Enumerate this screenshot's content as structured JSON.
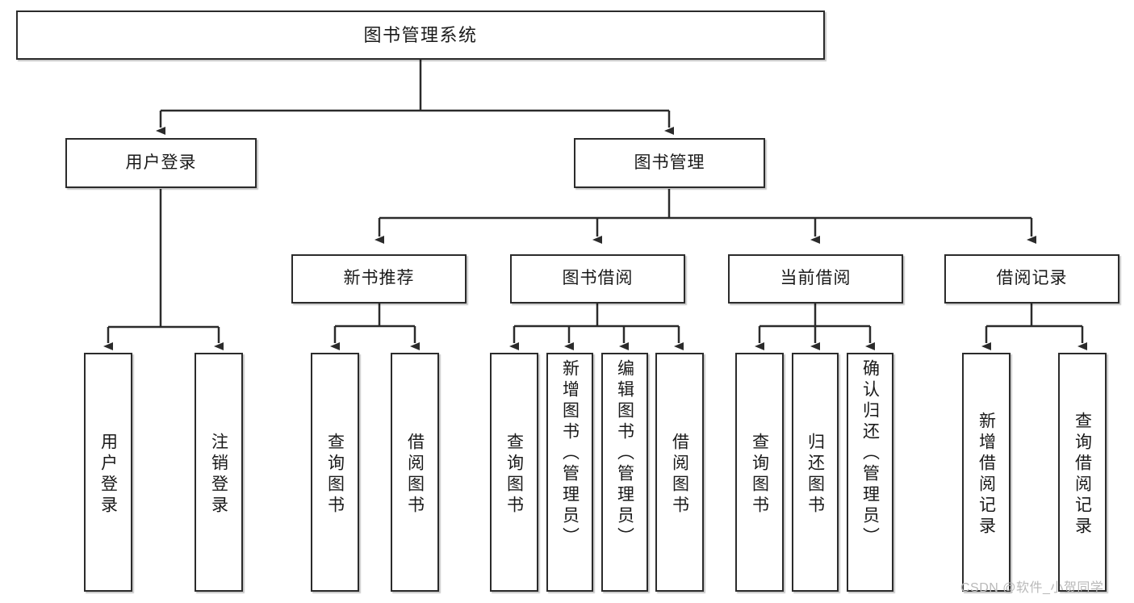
{
  "diagram": {
    "type": "tree",
    "title": "图书管理系统",
    "watermark": "CSDN @软件_小贺同学",
    "colors": {
      "node_border": "#2b2b2b",
      "node_fill": "#ffffff",
      "line": "#2b2b2b",
      "text": "#1a1a1a",
      "watermark": "#b9b9b9"
    },
    "nodes": {
      "root": {
        "label": "图书管理系统"
      },
      "level2": [
        {
          "label": "用户登录"
        },
        {
          "label": "图书管理"
        }
      ],
      "level3": [
        {
          "label": "新书推荐"
        },
        {
          "label": "图书借阅"
        },
        {
          "label": "当前借阅"
        },
        {
          "label": "借阅记录"
        }
      ],
      "leaves": {
        "user_login": [
          {
            "label": "用户登录"
          },
          {
            "label": "注销登录"
          }
        ],
        "new_book": [
          {
            "label": "查询图书"
          },
          {
            "label": "借阅图书"
          }
        ],
        "book_borrow": [
          {
            "label": "查询图书"
          },
          {
            "label": "新增图书（管理员）"
          },
          {
            "label": "编辑图书（管理员）"
          },
          {
            "label": "借阅图书"
          }
        ],
        "current_borrow": [
          {
            "label": "查询图书"
          },
          {
            "label": "归还图书"
          },
          {
            "label": "确认归还（管理员）"
          }
        ],
        "borrow_record": [
          {
            "label": "新增借阅记录"
          },
          {
            "label": "查询借阅记录"
          }
        ]
      }
    }
  }
}
